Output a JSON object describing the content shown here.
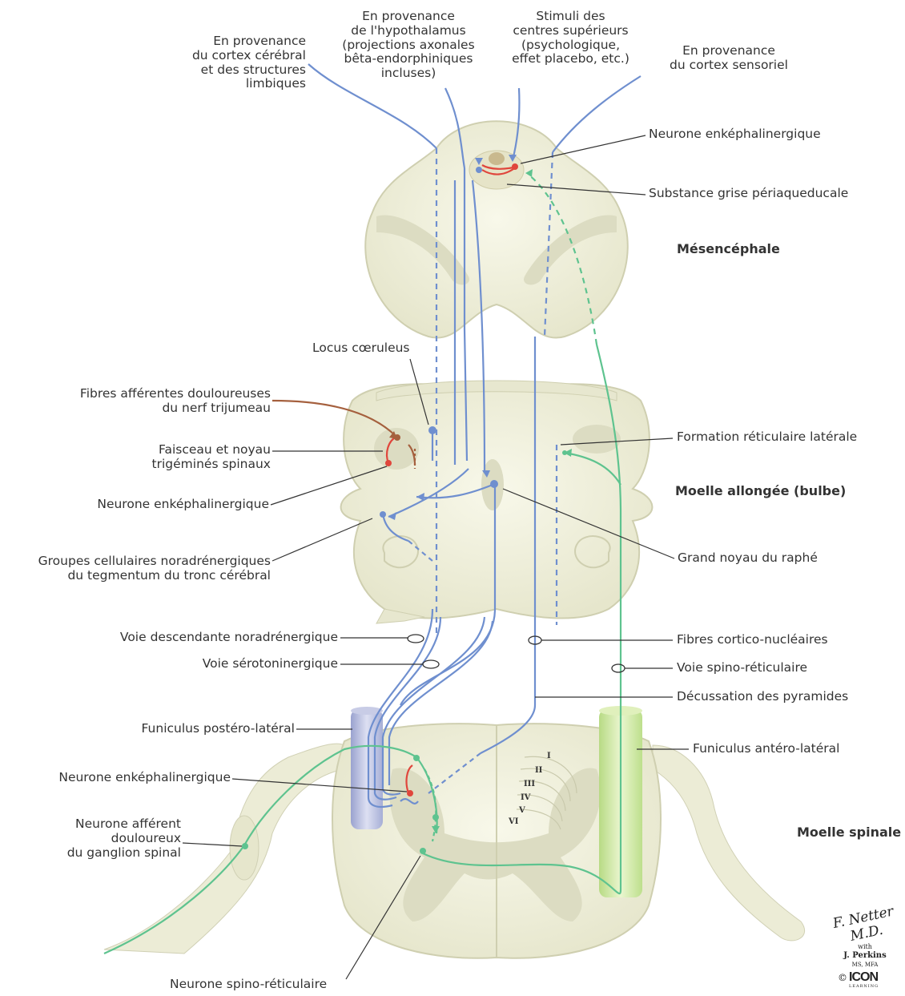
{
  "labels": {
    "cortex": "En provenance\ndu cortex cérébral\net des structures limbiques",
    "hypothalamus": "En provenance\nde l'hypothalamus\n(projections axonales\nbêta-endorphiniques\nincluses)",
    "stimuli": "Stimuli des\ncentres supérieurs\n(psychologique,\neffet placebo, etc.)",
    "sensoriel": "En provenance\ndu cortex sensoriel",
    "neurone_enk_top": "Neurone enképhalinergique",
    "substance_grise": "Substance grise périaqueducale",
    "mesencephale": "Mésencéphale",
    "locus": "Locus cœruleus",
    "fibres_trijumeau": "Fibres afférentes douloureuses\ndu nerf trijumeau",
    "faisceau": "Faisceau et noyau\ntrigéminés spinaux",
    "neurone_enk_mid": "Neurone enképhalinergique",
    "groupes": "Groupes cellulaires noradrénergiques\ndu tegmentum du tronc cérébral",
    "formation_reticulaire": "Formation réticulaire latérale",
    "moelle_allongee": "Moelle allongée (bulbe)",
    "grand_noyau": "Grand noyau du raphé",
    "voie_noradr": "Voie descendante noradrénergique",
    "voie_sero": "Voie sérotoninergique",
    "fibres_cortico": "Fibres cortico-nucléaires",
    "voie_spino": "Voie spino-réticulaire",
    "decussation": "Décussation des pyramides",
    "funiculus_postero": "Funiculus postéro-latéral",
    "funiculus_antero": "Funiculus antéro-latéral",
    "neurone_enk_bottom": "Neurone enképhalinergique",
    "neurone_afferent": "Neurone afférent\ndouloureux\ndu ganglion spinal",
    "moelle_spinale": "Moelle spinale",
    "neurone_spino": "Neurone spino-réticulaire"
  },
  "laminae": [
    "I",
    "II",
    "III",
    "IV",
    "V",
    "VI"
  ],
  "signature": {
    "name": "F. Netter M.D.",
    "with": "with",
    "coauthor": "J. Perkins",
    "credentials": "MS, MFA",
    "copyright": "©",
    "publisher": "ICON",
    "publisher_sub": "LEARNING"
  },
  "colors": {
    "descending": "#6f8fcf",
    "ascending": "#5ec38f",
    "enkephalin": "#e0463c",
    "trigeminal": "#a5603e",
    "tissue": "#f2f2e0",
    "tissue_edge": "#d4d4b8",
    "grey_matter": "#dcdcc2",
    "postero_column": "#b8bedc",
    "antero_column": "#cfe6a4"
  }
}
